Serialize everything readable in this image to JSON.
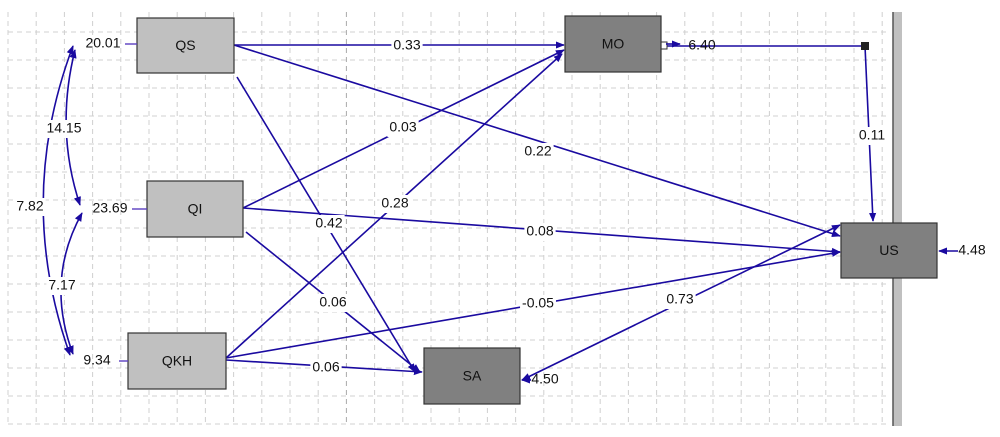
{
  "colors": {
    "edge": "#1a0aa0",
    "exogenous": "#c0c0c0",
    "endogenous": "#808080"
  },
  "nodes": [
    {
      "id": "QS",
      "label": "QS",
      "type": "exogenous",
      "variance": "20.01"
    },
    {
      "id": "QI",
      "label": "QI",
      "type": "exogenous",
      "variance": "23.69"
    },
    {
      "id": "QKH",
      "label": "QKH",
      "type": "exogenous",
      "variance": "9.34"
    },
    {
      "id": "MO",
      "label": "MO",
      "type": "endogenous",
      "variance": "6.40"
    },
    {
      "id": "US",
      "label": "US",
      "type": "endogenous",
      "variance": "4.48"
    },
    {
      "id": "SA",
      "label": "SA",
      "type": "endogenous",
      "variance": "4.50"
    }
  ],
  "paths": [
    {
      "from": "QS",
      "to": "MO",
      "coef": "0.33"
    },
    {
      "from": "QI",
      "to": "MO",
      "coef": "0.03"
    },
    {
      "from": "QKH",
      "to": "MO",
      "coef": "0.28"
    },
    {
      "from": "QS",
      "to": "US",
      "coef": "0.22"
    },
    {
      "from": "QI",
      "to": "US",
      "coef": "0.08"
    },
    {
      "from": "QKH",
      "to": "US",
      "coef": "-0.05"
    },
    {
      "from": "QS",
      "to": "SA",
      "coef": "0.42"
    },
    {
      "from": "QI",
      "to": "SA",
      "coef": "0.06"
    },
    {
      "from": "QKH",
      "to": "SA",
      "coef": "0.06"
    },
    {
      "from": "MO",
      "to": "US",
      "coef": "0.11"
    },
    {
      "from": "SA",
      "to": "US",
      "coef": "0.73",
      "bidirectional": true
    }
  ],
  "covariances": [
    {
      "a": "QS",
      "b": "QI",
      "value": "14.15"
    },
    {
      "a": "QS",
      "b": "QKH",
      "value": "7.82"
    },
    {
      "a": "QI",
      "b": "QKH",
      "value": "7.17"
    }
  ]
}
